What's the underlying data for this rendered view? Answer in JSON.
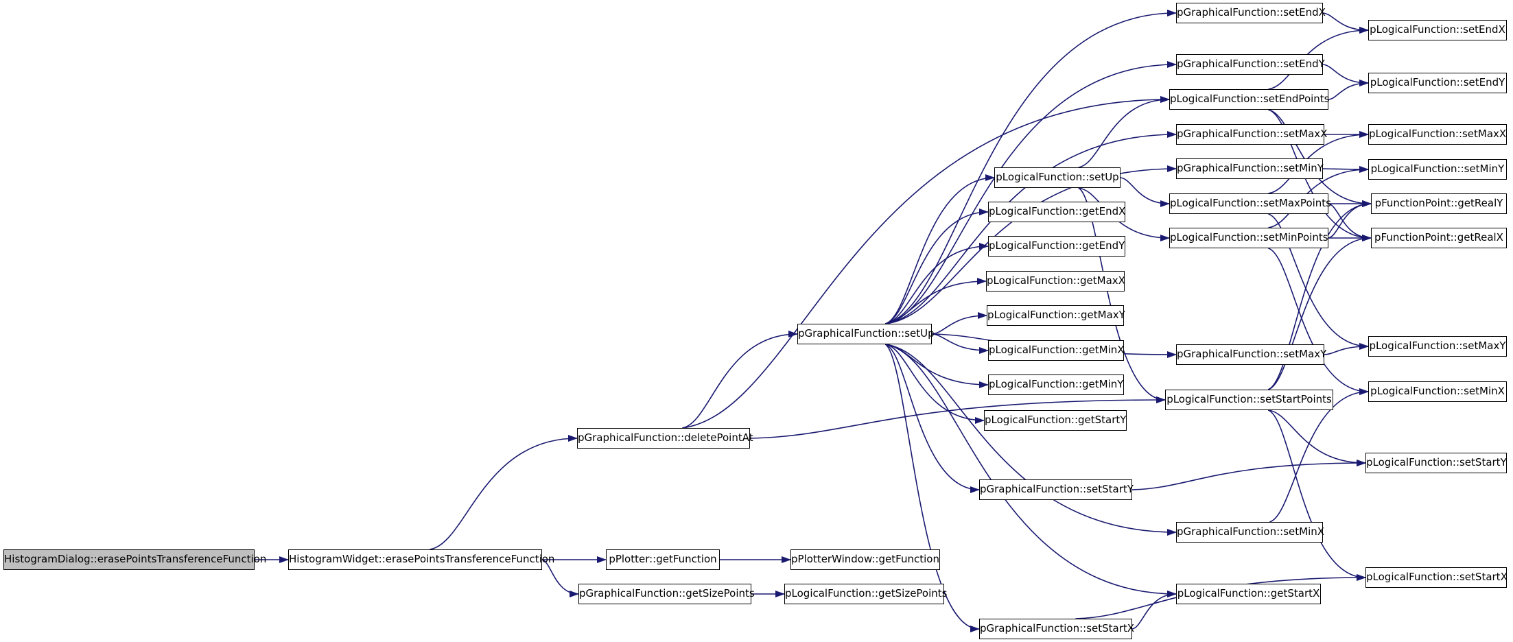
{
  "diagram": {
    "edge_color": "#191970",
    "nodes": [
      {
        "id": "root",
        "label": "HistogramDialog::erasePointsTransferenceFunction",
        "root": true
      },
      {
        "id": "hw_erase",
        "label": "HistogramWidget::erasePointsTransferenceFunction"
      },
      {
        "id": "pgf_deletePointAt",
        "label": "pGraphicalFunction::deletePointAt"
      },
      {
        "id": "pp_getFunction",
        "label": "pPlotter::getFunction"
      },
      {
        "id": "pgf_getSizePoints",
        "label": "pGraphicalFunction::getSizePoints"
      },
      {
        "id": "ppw_getFunction",
        "label": "pPlotterWindow::getFunction"
      },
      {
        "id": "plf_getSizePoints",
        "label": "pLogicalFunction::getSizePoints"
      },
      {
        "id": "pgf_setUp",
        "label": "pGraphicalFunction::setUp"
      },
      {
        "id": "pgf_setEndX",
        "label": "pGraphicalFunction::setEndX"
      },
      {
        "id": "pgf_setEndY",
        "label": "pGraphicalFunction::setEndY"
      },
      {
        "id": "plf_setEndPoints",
        "label": "pLogicalFunction::setEndPoints"
      },
      {
        "id": "pgf_setMaxX",
        "label": "pGraphicalFunction::setMaxX"
      },
      {
        "id": "pgf_setMinY",
        "label": "pGraphicalFunction::setMinY"
      },
      {
        "id": "plf_setUp",
        "label": "pLogicalFunction::setUp"
      },
      {
        "id": "plf_getEndX",
        "label": "pLogicalFunction::getEndX"
      },
      {
        "id": "plf_getEndY",
        "label": "pLogicalFunction::getEndY"
      },
      {
        "id": "plf_getMaxX",
        "label": "pLogicalFunction::getMaxX"
      },
      {
        "id": "plf_getMaxY",
        "label": "pLogicalFunction::getMaxY"
      },
      {
        "id": "plf_getMinX",
        "label": "pLogicalFunction::getMinX"
      },
      {
        "id": "plf_getMinY",
        "label": "pLogicalFunction::getMinY"
      },
      {
        "id": "plf_getStartY",
        "label": "pLogicalFunction::getStartY"
      },
      {
        "id": "plf_setMaxPoints",
        "label": "pLogicalFunction::setMaxPoints"
      },
      {
        "id": "plf_setMinPoints",
        "label": "pLogicalFunction::setMinPoints"
      },
      {
        "id": "pgf_setMaxY",
        "label": "pGraphicalFunction::setMaxY"
      },
      {
        "id": "plf_setStartPoints",
        "label": "pLogicalFunction::setStartPoints"
      },
      {
        "id": "pgf_setStartY",
        "label": "pGraphicalFunction::setStartY"
      },
      {
        "id": "pgf_setMinX",
        "label": "pGraphicalFunction::setMinX"
      },
      {
        "id": "plf_getStartX",
        "label": "pLogicalFunction::getStartX"
      },
      {
        "id": "pgf_setStartX",
        "label": "pGraphicalFunction::setStartX"
      },
      {
        "id": "plf_setEndX",
        "label": "pLogicalFunction::setEndX"
      },
      {
        "id": "plf_setEndY",
        "label": "pLogicalFunction::setEndY"
      },
      {
        "id": "plf_setMaxX",
        "label": "pLogicalFunction::setMaxX"
      },
      {
        "id": "plf_setMinY",
        "label": "pLogicalFunction::setMinY"
      },
      {
        "id": "pfp_getRealY",
        "label": "pFunctionPoint::getRealY"
      },
      {
        "id": "pfp_getRealX",
        "label": "pFunctionPoint::getRealX"
      },
      {
        "id": "plf_setMaxY",
        "label": "pLogicalFunction::setMaxY"
      },
      {
        "id": "plf_setMinX",
        "label": "pLogicalFunction::setMinX"
      },
      {
        "id": "plf_setStartY",
        "label": "pLogicalFunction::setStartY"
      },
      {
        "id": "plf_setStartX",
        "label": "pLogicalFunction::setStartX"
      }
    ],
    "edges": [
      [
        "root",
        "hw_erase"
      ],
      [
        "hw_erase",
        "pgf_deletePointAt"
      ],
      [
        "hw_erase",
        "pp_getFunction"
      ],
      [
        "hw_erase",
        "pgf_getSizePoints"
      ],
      [
        "pp_getFunction",
        "ppw_getFunction"
      ],
      [
        "pgf_getSizePoints",
        "plf_getSizePoints"
      ],
      [
        "pgf_deletePointAt",
        "pgf_setUp"
      ],
      [
        "pgf_deletePointAt",
        "plf_setEndPoints"
      ],
      [
        "pgf_deletePointAt",
        "plf_setStartPoints"
      ],
      [
        "pgf_setUp",
        "pgf_setEndX"
      ],
      [
        "pgf_setUp",
        "pgf_setEndY"
      ],
      [
        "pgf_setUp",
        "pgf_setMaxX"
      ],
      [
        "pgf_setUp",
        "pgf_setMinY"
      ],
      [
        "pgf_setUp",
        "plf_setUp"
      ],
      [
        "pgf_setUp",
        "plf_getEndX"
      ],
      [
        "pgf_setUp",
        "plf_getEndY"
      ],
      [
        "pgf_setUp",
        "plf_getMaxX"
      ],
      [
        "pgf_setUp",
        "plf_getMaxY"
      ],
      [
        "pgf_setUp",
        "plf_getMinX"
      ],
      [
        "pgf_setUp",
        "plf_getMinY"
      ],
      [
        "pgf_setUp",
        "plf_getStartY"
      ],
      [
        "pgf_setUp",
        "pgf_setMaxY"
      ],
      [
        "pgf_setUp",
        "pgf_setStartY"
      ],
      [
        "pgf_setUp",
        "pgf_setMinX"
      ],
      [
        "pgf_setUp",
        "plf_getStartX"
      ],
      [
        "pgf_setUp",
        "pgf_setStartX"
      ],
      [
        "plf_setUp",
        "plf_setEndPoints"
      ],
      [
        "plf_setUp",
        "plf_setMaxPoints"
      ],
      [
        "plf_setUp",
        "plf_setMinPoints"
      ],
      [
        "plf_setUp",
        "plf_setStartPoints"
      ],
      [
        "pgf_setEndX",
        "plf_setEndX"
      ],
      [
        "pgf_setEndY",
        "plf_setEndY"
      ],
      [
        "pgf_setMaxX",
        "plf_setMaxX"
      ],
      [
        "pgf_setMinY",
        "plf_setMinY"
      ],
      [
        "pgf_setMaxY",
        "plf_setMaxY"
      ],
      [
        "pgf_setStartY",
        "plf_setStartY"
      ],
      [
        "pgf_setMinX",
        "plf_setMinX"
      ],
      [
        "pgf_setStartX",
        "plf_getStartX"
      ],
      [
        "pgf_setStartX",
        "plf_setStartX"
      ],
      [
        "plf_setEndPoints",
        "plf_setEndX"
      ],
      [
        "plf_setEndPoints",
        "plf_setEndY"
      ],
      [
        "plf_setEndPoints",
        "pfp_getRealY"
      ],
      [
        "plf_setEndPoints",
        "pfp_getRealX"
      ],
      [
        "plf_setMaxPoints",
        "pfp_getRealY"
      ],
      [
        "plf_setMaxPoints",
        "pfp_getRealX"
      ],
      [
        "plf_setMaxPoints",
        "plf_setMaxX"
      ],
      [
        "plf_setMaxPoints",
        "plf_setMaxY"
      ],
      [
        "plf_setMinPoints",
        "pfp_getRealY"
      ],
      [
        "plf_setMinPoints",
        "pfp_getRealX"
      ],
      [
        "plf_setMinPoints",
        "plf_setMinY"
      ],
      [
        "plf_setMinPoints",
        "plf_setMinX"
      ],
      [
        "plf_setStartPoints",
        "pfp_getRealY"
      ],
      [
        "plf_setStartPoints",
        "pfp_getRealX"
      ],
      [
        "plf_setStartPoints",
        "plf_setStartY"
      ],
      [
        "plf_setStartPoints",
        "plf_setStartX"
      ]
    ]
  }
}
